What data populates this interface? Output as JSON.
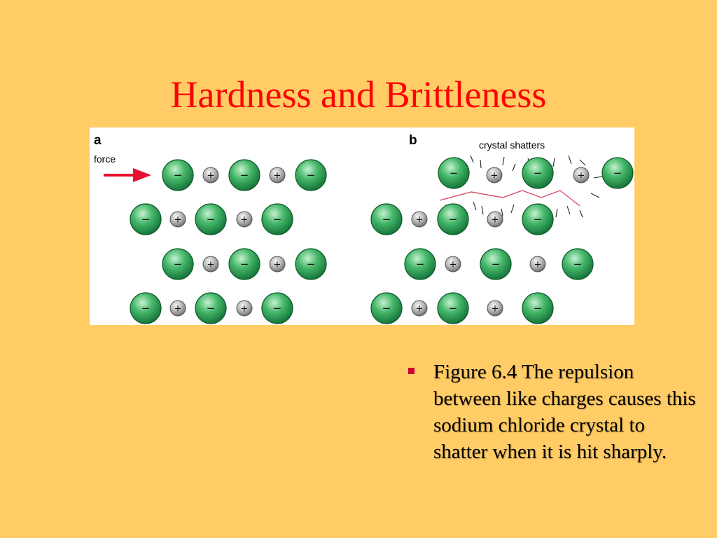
{
  "slide": {
    "title": "Hardness and Brittleness",
    "caption": "Figure 6.4 The repulsion between like charges causes this sodium chloride crystal to shatter when it is hit sharply."
  },
  "figure": {
    "panel_a": {
      "label": "a",
      "force_label": "force"
    },
    "panel_b": {
      "label": "b",
      "shatter_label": "crystal shatters"
    },
    "anion_symbol": "−",
    "cation_symbol": "+"
  },
  "colors": {
    "background": "#FFCC66",
    "title": "#FF0000",
    "bullet": "#CC0033",
    "anion": "#33A35A",
    "cation": "#A9A9A9",
    "force_arrow": "#E8112D",
    "crack": "#D9506A"
  }
}
